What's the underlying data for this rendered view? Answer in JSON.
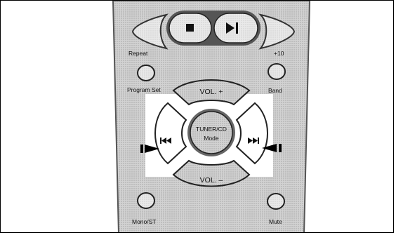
{
  "remote": {
    "transport": {
      "rewind_icon": "left-arrow-icon",
      "stop_icon": "stop-icon",
      "play_pause_icon": "play-pause-icon",
      "ffwd_icon": "right-arrow-icon"
    },
    "labels": {
      "repeat": "Repeat",
      "x10": "+10",
      "program_set": "Program Set",
      "band": "Band",
      "vol_up": "VOL. +",
      "vol_down": "VOL. –",
      "tuner_cd_mode_line1": "TUNER/CD",
      "tuner_cd_mode_line2": "Mode",
      "mono_st": "Mono/ST",
      "mute": "Mute"
    },
    "colors": {
      "body": "#cfcfcf",
      "button": "#e6e6e6",
      "dark": "#444444",
      "highlight": "#ffffff",
      "pointer": "#000000"
    }
  }
}
